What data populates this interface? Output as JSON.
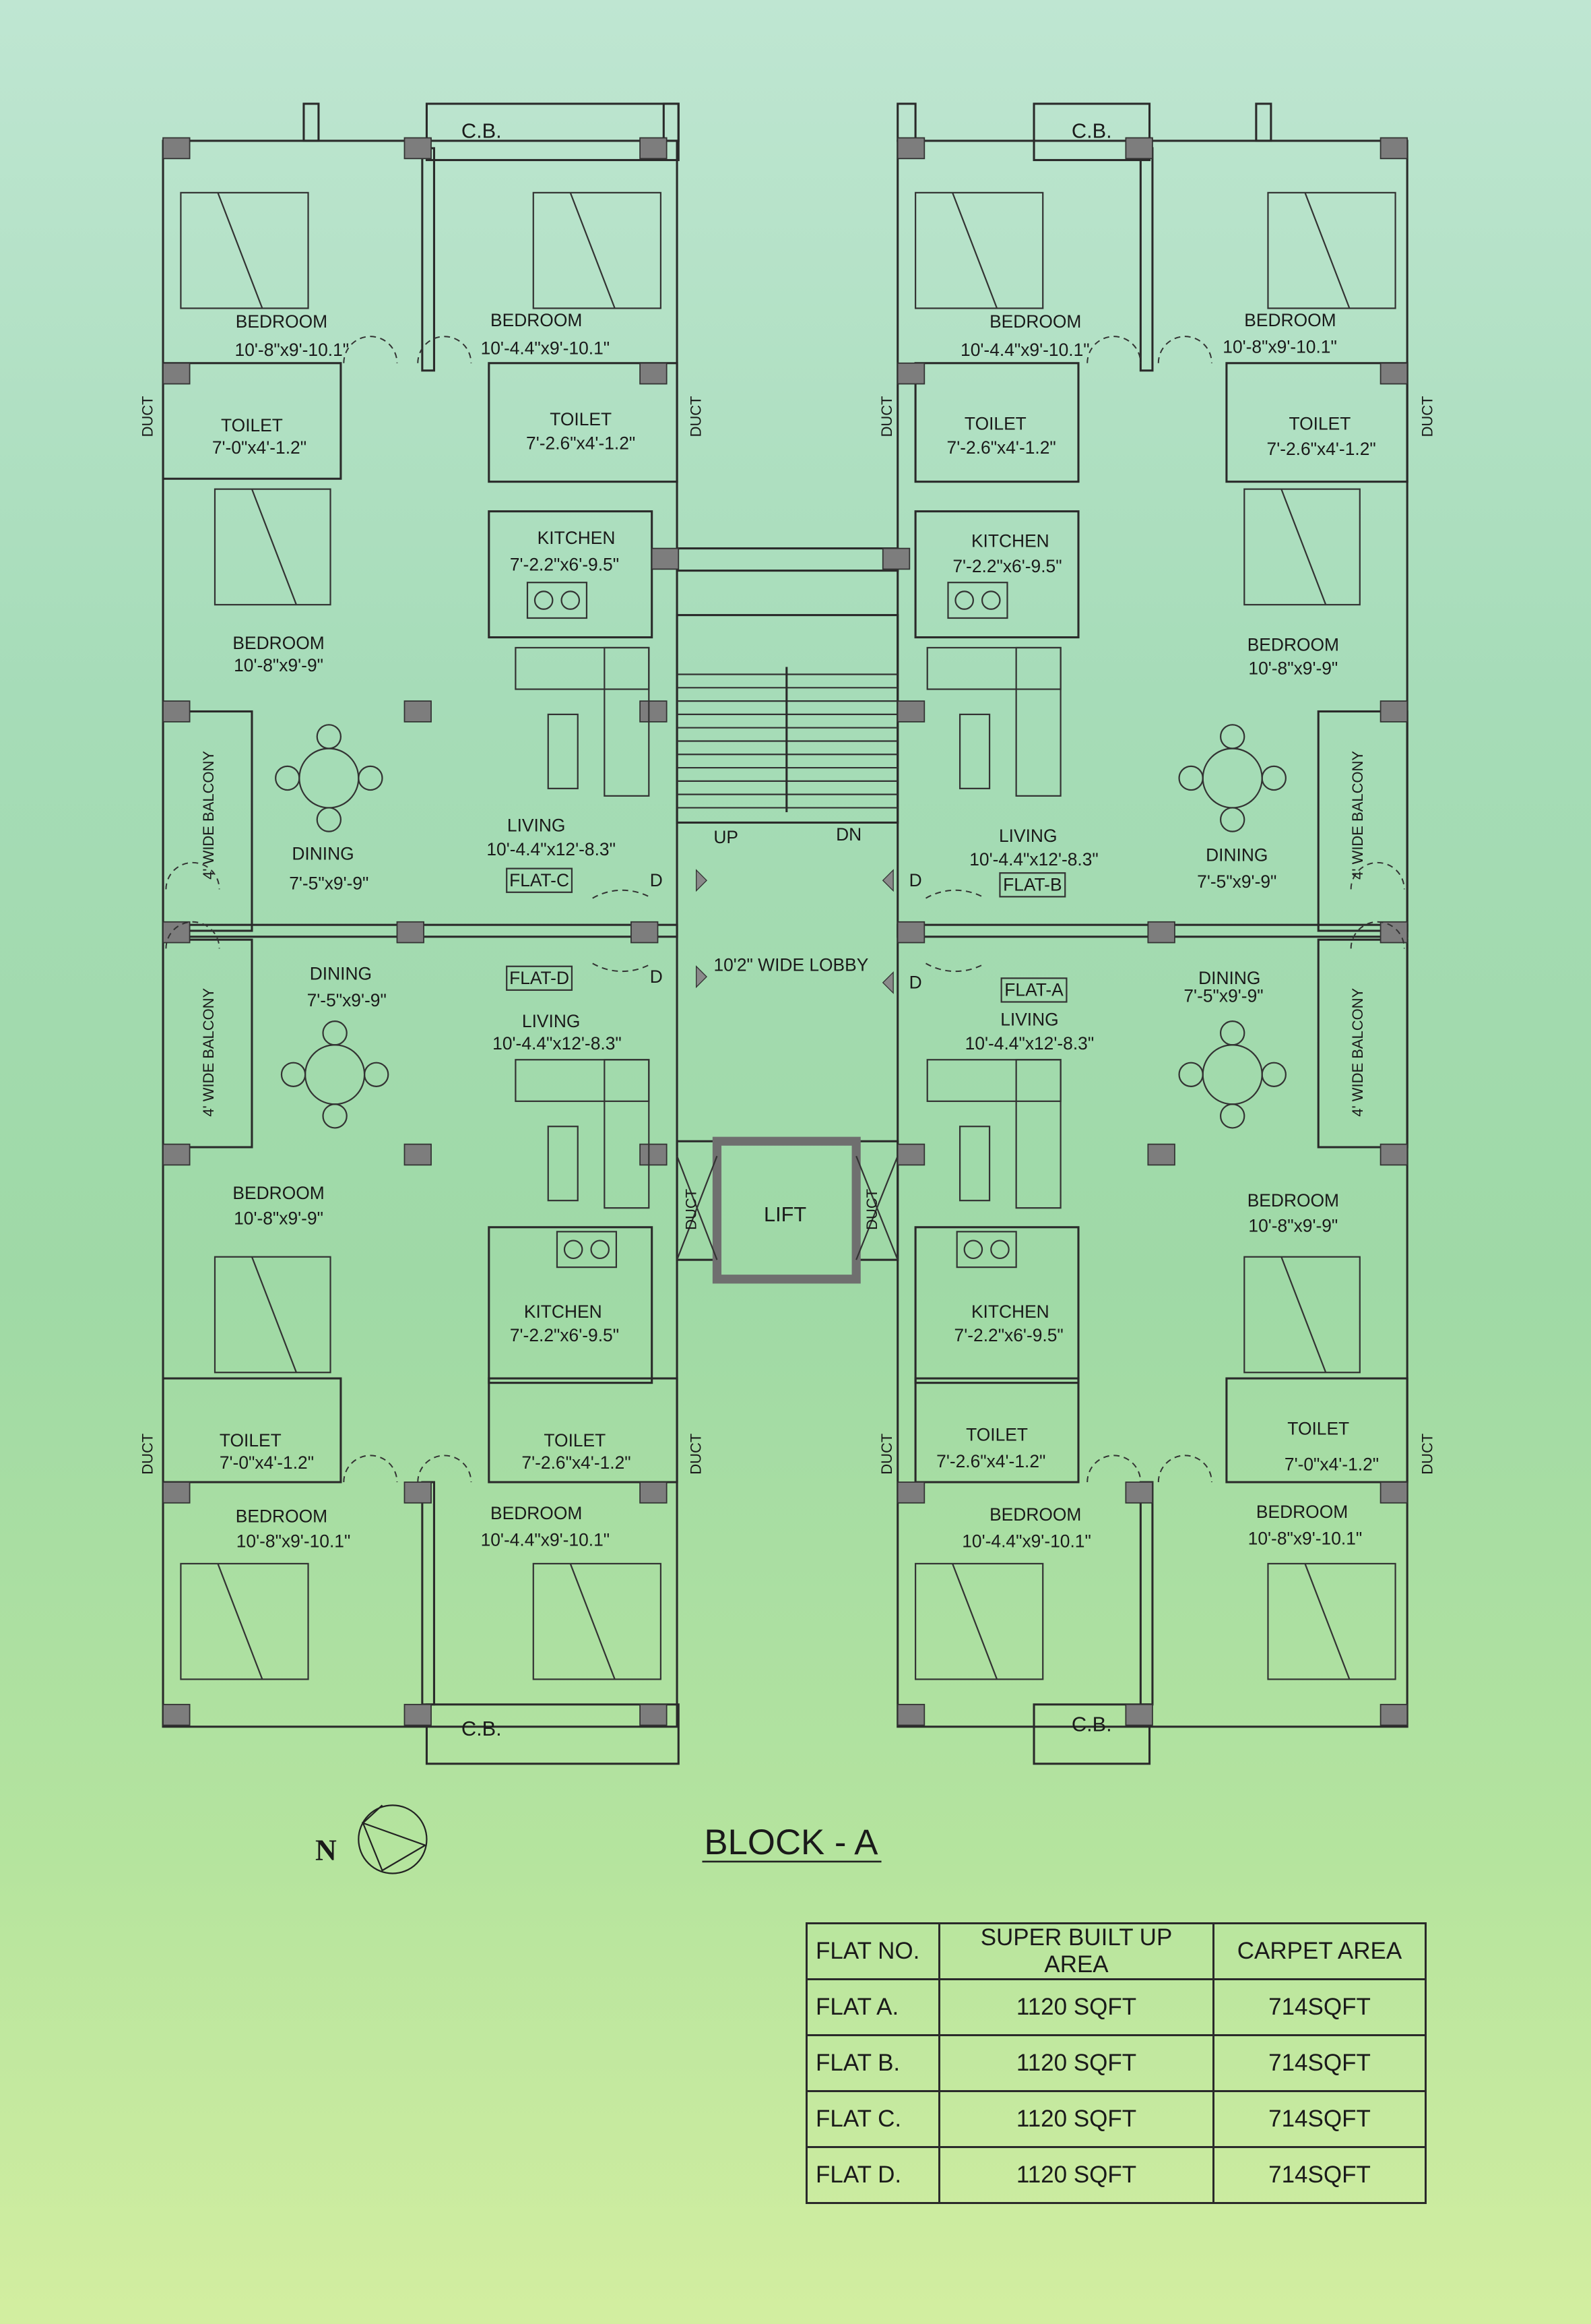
{
  "title": "BLOCK - A",
  "north_label": "N",
  "common": {
    "lobby": "10'2\" WIDE LOBBY",
    "lift": "LIFT",
    "up": "UP",
    "dn": "DN",
    "door": "D",
    "duct": "DUCT",
    "cb": "C.B.",
    "balcony": "4' WIDE BALCONY"
  },
  "flats": {
    "C": {
      "tag": "FLAT-C",
      "bed1": {
        "name": "BEDROOM",
        "dims": "10'-8\"x9'-10.1\""
      },
      "bed2": {
        "name": "BEDROOM",
        "dims": "10'-4.4\"x9'-10.1\""
      },
      "toilet1": {
        "name": "TOILET",
        "dims": "7'-0\"x4'-1.2\""
      },
      "toilet2": {
        "name": "TOILET",
        "dims": "7'-2.6\"x4'-1.2\""
      },
      "kitchen": {
        "name": "KITCHEN",
        "dims": "7'-2.2\"x6'-9.5\""
      },
      "bed3": {
        "name": "BEDROOM",
        "dims": "10'-8\"x9'-9\""
      },
      "dining": {
        "name": "DINING",
        "dims": "7'-5\"x9'-9\""
      },
      "living": {
        "name": "LIVING",
        "dims": "10'-4.4\"x12'-8.3\""
      }
    },
    "B": {
      "tag": "FLAT-B",
      "bed1": {
        "name": "BEDROOM",
        "dims": "10'-4.4\"x9'-10.1\""
      },
      "bed2": {
        "name": "BEDROOM",
        "dims": "10'-8\"x9'-10.1\""
      },
      "toilet1": {
        "name": "TOILET",
        "dims": "7'-2.6\"x4'-1.2\""
      },
      "toilet2": {
        "name": "TOILET",
        "dims": "7'-2.6\"x4'-1.2\""
      },
      "kitchen": {
        "name": "KITCHEN",
        "dims": "7'-2.2\"x6'-9.5\""
      },
      "bed3": {
        "name": "BEDROOM",
        "dims": "10'-8\"x9'-9\""
      },
      "dining": {
        "name": "DINING",
        "dims": "7'-5\"x9'-9\""
      },
      "living": {
        "name": "LIVING",
        "dims": "10'-4.4\"x12'-8.3\""
      }
    },
    "D": {
      "tag": "FLAT-D",
      "dining": {
        "name": "DINING",
        "dims": "7'-5\"x9'-9\""
      },
      "living": {
        "name": "LIVING",
        "dims": "10'-4.4\"x12'-8.3\""
      },
      "bed3": {
        "name": "BEDROOM",
        "dims": "10'-8\"x9'-9\""
      },
      "kitchen": {
        "name": "KITCHEN",
        "dims": "7'-2.2\"x6'-9.5\""
      },
      "toilet1": {
        "name": "TOILET",
        "dims": "7'-0\"x4'-1.2\""
      },
      "toilet2": {
        "name": "TOILET",
        "dims": "7'-2.6\"x4'-1.2\""
      },
      "bed1": {
        "name": "BEDROOM",
        "dims": "10'-8\"x9'-10.1\""
      },
      "bed2": {
        "name": "BEDROOM",
        "dims": "10'-4.4\"x9'-10.1\""
      }
    },
    "A": {
      "tag": "FLAT-A",
      "dining": {
        "name": "DINING",
        "dims": "7'-5\"x9'-9\""
      },
      "living": {
        "name": "LIVING",
        "dims": "10'-4.4\"x12'-8.3\""
      },
      "bed3": {
        "name": "BEDROOM",
        "dims": "10'-8\"x9'-9\""
      },
      "kitchen": {
        "name": "KITCHEN",
        "dims": "7'-2.2\"x6'-9.5\""
      },
      "toilet1": {
        "name": "TOILET",
        "dims": "7'-2.6\"x4'-1.2\""
      },
      "toilet2": {
        "name": "TOILET",
        "dims": "7'-0\"x4'-1.2\""
      },
      "bed1": {
        "name": "BEDROOM",
        "dims": "10'-4.4\"x9'-10.1\""
      },
      "bed2": {
        "name": "BEDROOM",
        "dims": "10'-8\"x9'-10.1\""
      }
    }
  },
  "area_table": {
    "headers": [
      "FLAT NO.",
      "SUPER BUILT UP AREA",
      "CARPET AREA"
    ],
    "rows": [
      [
        "FLAT A.",
        "1120 SQFT",
        "714SQFT"
      ],
      [
        "FLAT B.",
        "1120 SQFT",
        "714SQFT"
      ],
      [
        "FLAT C.",
        "1120 SQFT",
        "714SQFT"
      ],
      [
        "FLAT D.",
        "1120 SQFT",
        "714SQFT"
      ]
    ]
  }
}
